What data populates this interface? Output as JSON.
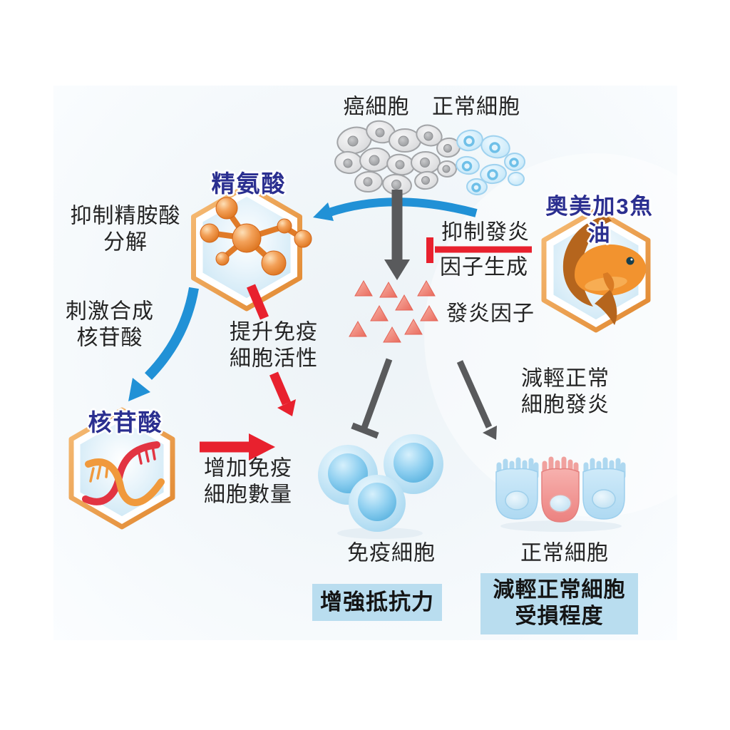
{
  "labels": {
    "cancer_cells": "癌細胞",
    "normal_cells_top": "正常細胞",
    "arginine": "精氨酸",
    "inhibit_arginine_breakdown": "抑制精胺酸\n分解",
    "stimulate_synthesis": "刺激合成\n核苷酸",
    "nucleotide": "核苷酸",
    "boost_immune_activity": "提升免疫\n細胞活性",
    "increase_immune_count": "增加免疫\n細胞數量",
    "immune_cells": "免疫細胞",
    "omega3_fish_oil": "奧美加3魚油",
    "inhibit_inflammation_top": "抑制發炎",
    "inhibit_inflammation_bottom": "因子生成",
    "inflammatory_factors": "發炎因子",
    "reduce_normal_inflammation": "減輕正常\n細胞發炎",
    "normal_cells_bottom": "正常細胞",
    "outcome_boost_resistance": "增強抵抗力",
    "outcome_reduce_damage": "減輕正常細胞\n受損程度"
  },
  "icons": {
    "cancer_cell_cluster": "gray blob cells with nuclei",
    "normal_cell_cluster": "light blue blob cells with ring nuclei",
    "arginine_molecule": "orange ball-and-stick molecule in hexagon",
    "dna_helix": "red and orange double helix in hexagon",
    "omega3_fish": "orange fish in hexagon",
    "inflammatory_triangles": "nine salmon-red triangles",
    "immune_cell_spheres": "three glossy blue spheres",
    "epithelial_cells": "three ciliated cells, middle one inflamed red"
  },
  "colors": {
    "navy_title": "#2b2f90",
    "body_text": "#242424",
    "red_arrow": "#e8212e",
    "blue_arrow": "#2191d6",
    "gray_arrow": "#595a5c",
    "outcome_box": "#b9ddef",
    "hexagon_border": "#eb9c4f",
    "triangle": "#ee7d70",
    "fish_orange": "#f0922d",
    "background": "#f1f6fa"
  }
}
